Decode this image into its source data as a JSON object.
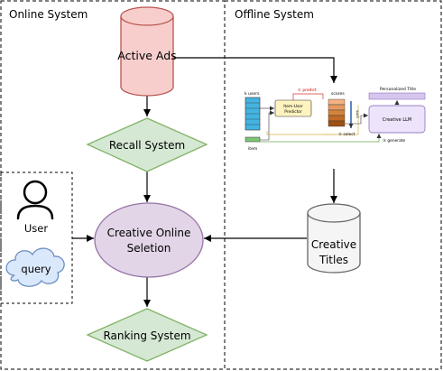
{
  "panels": {
    "online_title": "Online System",
    "offline_title": "Offline System"
  },
  "nodes": {
    "active_ads": "Active Ads",
    "recall_system": "Recall System",
    "user": "User",
    "query": "query",
    "creative_online_line1": "Creative Online",
    "creative_online_line2": "Seletion",
    "ranking_system": "Ranking System",
    "creative_titles_line1": "Creative",
    "creative_titles_line2": "Titles"
  },
  "offline_figure": {
    "k_users": "k users",
    "item": "item",
    "predictor_line1": "Item-User",
    "predictor_line2": "Predictor",
    "predict": "① predict",
    "scores": "scores",
    "sort": "sort",
    "select": "② select",
    "generate": "③ generate",
    "personalized_title": "Personalized Title",
    "creative_llm": "Creative LLM"
  },
  "colors": {
    "red_fill": "#f8cecc",
    "red_stroke": "#b85450",
    "green_fill": "#d5e8d4",
    "green_stroke": "#82b366",
    "purple_fill": "#e1d5e7",
    "purple_stroke": "#9673a6",
    "gray_fill": "#f5f5f5",
    "gray_stroke": "#666666",
    "cloud_fill": "#dae8fc",
    "cloud_stroke": "#6c8ebf"
  }
}
